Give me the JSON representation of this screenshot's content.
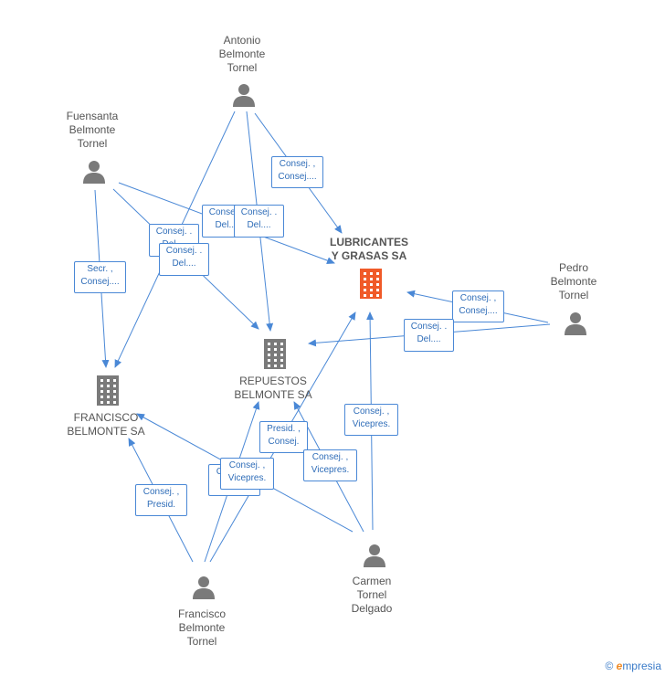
{
  "colors": {
    "edge": "#4a88d6",
    "person": "#7a7a7a",
    "company": "#7a7a7a",
    "main_company": "#f05a28"
  },
  "nodes": [
    {
      "id": "antonio",
      "kind": "person",
      "label": "Antonio\nBelmonte\nTornel"
    },
    {
      "id": "fuensanta",
      "kind": "person",
      "label": "Fuensanta\nBelmonte\nTornel"
    },
    {
      "id": "lubricantes",
      "kind": "main",
      "label": "LUBRICANTES\nY GRASAS SA"
    },
    {
      "id": "pedro",
      "kind": "person",
      "label": "Pedro\nBelmonte\nTornel"
    },
    {
      "id": "repuestos",
      "kind": "company",
      "label": "REPUESTOS\nBELMONTE SA"
    },
    {
      "id": "francisco_sa",
      "kind": "company",
      "label": "FRANCISCO\nBELMONTE SA"
    },
    {
      "id": "carmen",
      "kind": "person",
      "label": "Carmen\nTornel\nDelgado"
    },
    {
      "id": "francisco",
      "kind": "person",
      "label": "Francisco\nBelmonte\nTornel"
    }
  ],
  "edge_labels": [
    {
      "id": "el1",
      "text": "Consej. ,\nConsej...."
    },
    {
      "id": "el2",
      "text": "Consej. .\nDel...."
    },
    {
      "id": "el3",
      "text": "Consej. .\nDel...."
    },
    {
      "id": "el4",
      "text": "Consej. .\nDel...."
    },
    {
      "id": "el5",
      "text": "Consej. .\nDel...."
    },
    {
      "id": "el6",
      "text": "Secr. ,\nConsej...."
    },
    {
      "id": "el7",
      "text": "Consej. ,\nConsej...."
    },
    {
      "id": "el8",
      "text": "Consej. .\nDel...."
    },
    {
      "id": "el9",
      "text": "Consej. ,\nVicepres."
    },
    {
      "id": "el10",
      "text": "Presid. ,\nConsej."
    },
    {
      "id": "el11",
      "text": "Consej. ,\nVicepres."
    },
    {
      "id": "el12",
      "text": "Consej. ,\nPresid."
    },
    {
      "id": "el13",
      "text": "Consej. ,\nPresid."
    },
    {
      "id": "el14",
      "text": "Consej. ,\nVicepres."
    }
  ],
  "footer": {
    "copyright": "©",
    "brand_e": "e",
    "brand_rest": "mpresia"
  }
}
